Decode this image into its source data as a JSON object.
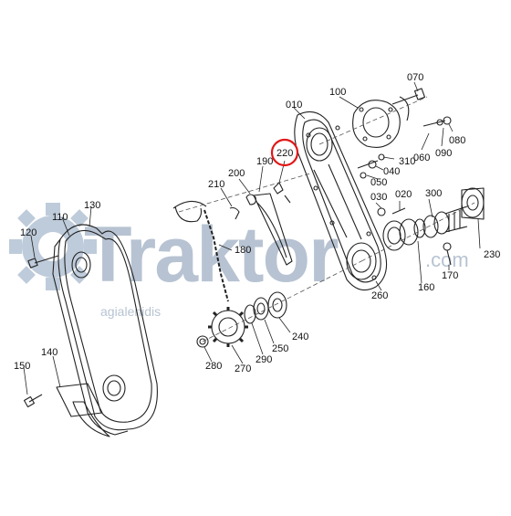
{
  "watermark": {
    "brand": "Traktor",
    "domain": ".com",
    "subtitle": "agialenidis",
    "color": "#9fb0c4"
  },
  "highlight": {
    "label": "220",
    "color": "#e01818"
  },
  "part_labels": [
    "070",
    "100",
    "010",
    "080",
    "090",
    "060",
    "310",
    "040",
    "050",
    "030",
    "020",
    "300",
    "190",
    "200",
    "210",
    "220",
    "130",
    "110",
    "120",
    "180",
    "230",
    "170",
    "260",
    "160",
    "240",
    "250",
    "290",
    "270",
    "280",
    "140",
    "150"
  ]
}
